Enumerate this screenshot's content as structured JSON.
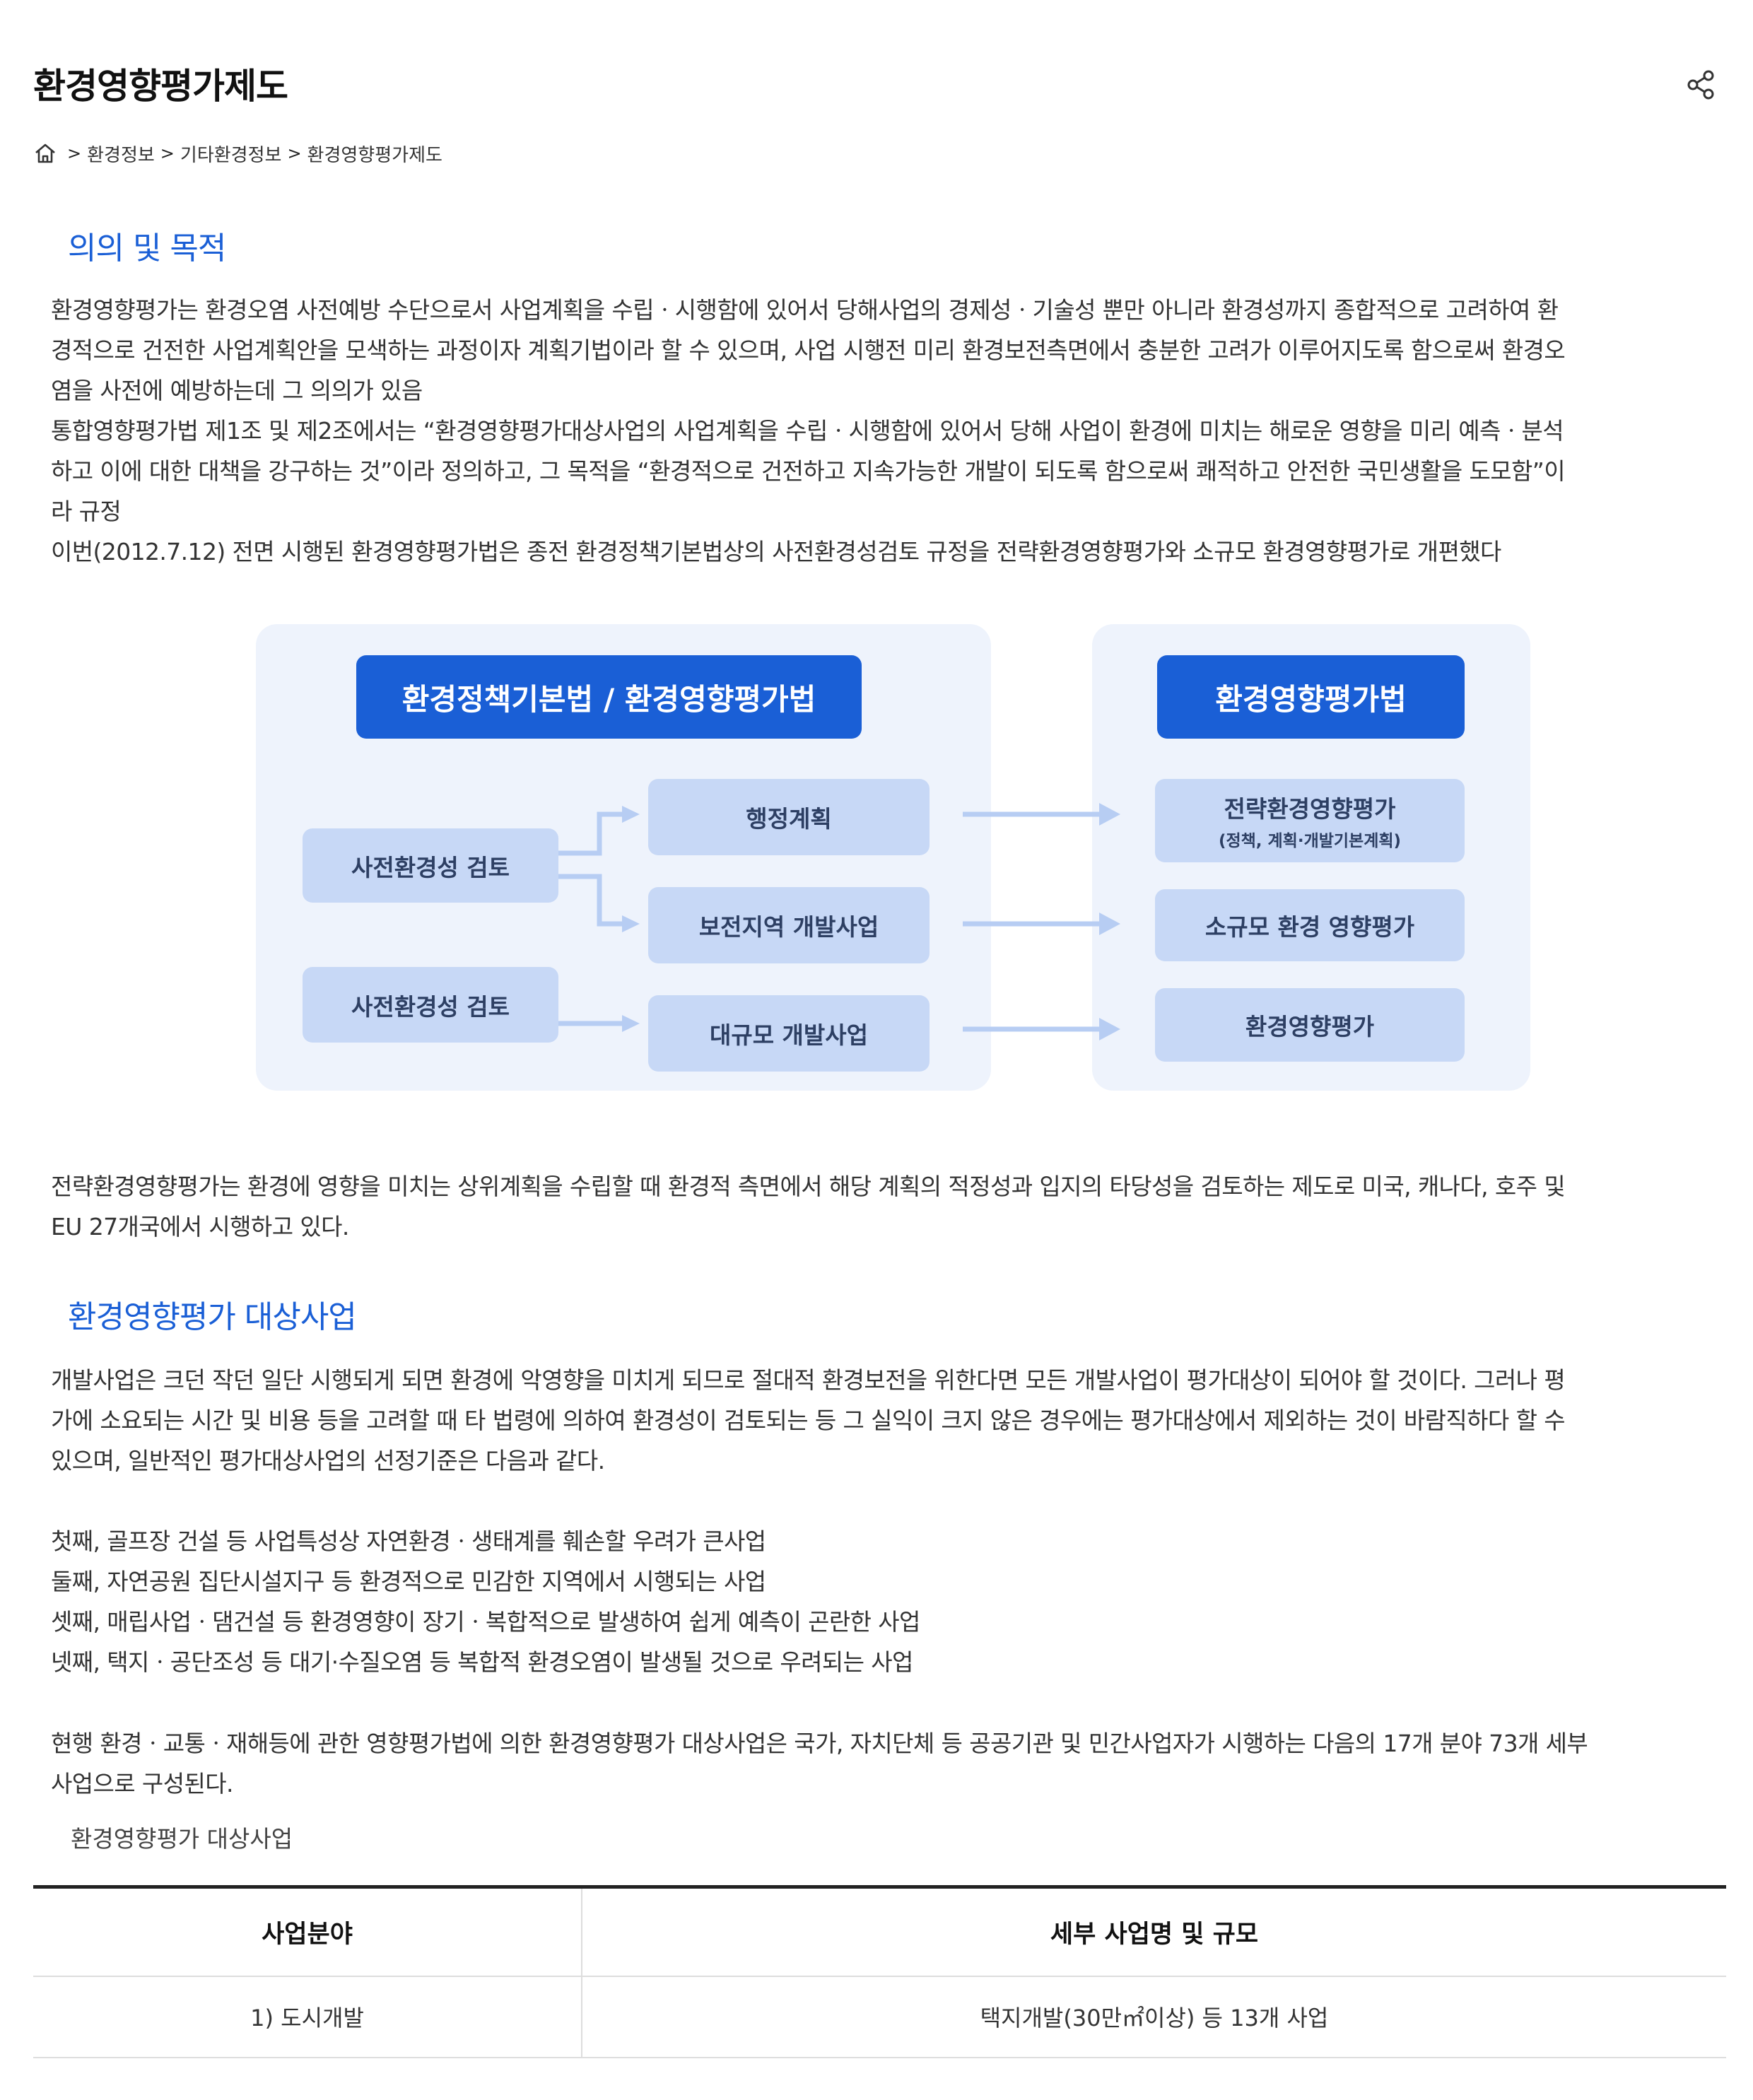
{
  "page": {
    "title": "환경영향평가제도"
  },
  "breadcrumb": {
    "items": [
      "환경정보",
      "기타환경정보",
      "환경영향평가제도"
    ]
  },
  "section1": {
    "heading": "의의 및 목적",
    "lines": [
      "환경영향평가는 환경오염 사전예방 수단으로서 사업계획을 수립ㆍ시행함에 있어서 당해사업의 경제성ㆍ기술성 뿐만 아니라 환경성까지 종합적으로 고려하여 환",
      "경적으로 건전한 사업계획안을 모색하는 과정이자 계획기법이라 할 수 있으며, 사업 시행전 미리 환경보전측면에서 충분한 고려가 이루어지도록 함으로써 환경오",
      "염을 사전에 예방하는데 그 의의가 있음",
      "통합영향평가법 제1조 및 제2조에서는 “환경영향평가대상사업의 사업계획을 수립ㆍ시행함에 있어서 당해 사업이 환경에 미치는 해로운 영향을 미리 예측ㆍ분석",
      "하고 이에 대한 대책을 강구하는 것”이라 정의하고, 그 목적을 “환경적으로 건전하고 지속가능한 개발이 되도록 함으로써 쾌적하고 안전한 국민생활을 도모함”이",
      "라 규정",
      "이번(2012.7.12) 전면 시행된 환경영향평가법은 종전 환경정책기본법상의 사전환경성검토 규정을 전략환경영향평가와 소규모 환경영향평가로 개편했다"
    ]
  },
  "diagram": {
    "left_header": "환경정책기본법 / 환경영향평가법",
    "right_header": "환경영향평가법",
    "left_sources": [
      "사전환경성 검토",
      "사전환경성 검토"
    ],
    "middle": [
      "행정계획",
      "보전지역 개발사업",
      "대규모 개발사업"
    ],
    "right": [
      {
        "label": "전략환경영향평가",
        "sub": "(정책, 계획·개발기본계획)"
      },
      {
        "label": "소규모 환경 영향평가",
        "sub": ""
      },
      {
        "label": "환경영향평가",
        "sub": ""
      }
    ]
  },
  "section1_after": {
    "lines": [
      "전략환경영향평가는 환경에 영향을 미치는 상위계획을 수립할 때 환경적 측면에서 해당 계획의 적정성과 입지의 타당성을 검토하는 제도로 미국, 캐나다, 호주 및",
      "EU 27개국에서 시행하고 있다."
    ]
  },
  "section2": {
    "heading": "환경영향평가 대상사업",
    "intro_lines": [
      "개발사업은 크던 작던 일단 시행되게 되면 환경에 악영향을 미치게 되므로 절대적 환경보전을 위한다면 모든 개발사업이 평가대상이 되어야 할 것이다. 그러나 평",
      "가에 소요되는 시간 및 비용 등을 고려할 때 타 법령에 의하여 환경성이 검토되는 등 그 실익이 크지 않은 경우에는 평가대상에서 제외하는 것이 바람직하다 할 수",
      "있으며, 일반적인 평가대상사업의 선정기준은 다음과 같다."
    ],
    "criteria": [
      "첫째, 골프장 건설 등 사업특성상 자연환경ㆍ생태계를 훼손할 우려가 큰사업",
      "둘째, 자연공원 집단시설지구 등 환경적으로 민감한 지역에서 시행되는 사업",
      "셋째, 매립사업ㆍ댐건설 등 환경영향이 장기ㆍ복합적으로 발생하여 쉽게 예측이 곤란한 사업",
      "넷째, 택지ㆍ공단조성 등 대기·수질오염 등 복합적 환경오염이 발생될 것으로 우려되는 사업"
    ],
    "current_lines": [
      "현행 환경ㆍ교통ㆍ재해등에 관한 영향평가법에 의한 환경영향평가 대상사업은 국가, 자치단체 등 공공기관 및 민간사업자가 시행하는 다음의 17개 분야 73개 세부",
      "사업으로 구성된다."
    ],
    "table_caption": "환경영향평가 대상사업",
    "table": {
      "headers": [
        "사업분야",
        "세부 사업명 및 규모"
      ],
      "rows": [
        [
          "1) 도시개발",
          "택지개발(30만㎡이상) 등 13개 사업"
        ]
      ]
    }
  },
  "colors": {
    "accent": "#1a5fd6",
    "panel": "#eef3fc",
    "box": "#c7d8f6",
    "arrow": "#b7cdf3"
  }
}
